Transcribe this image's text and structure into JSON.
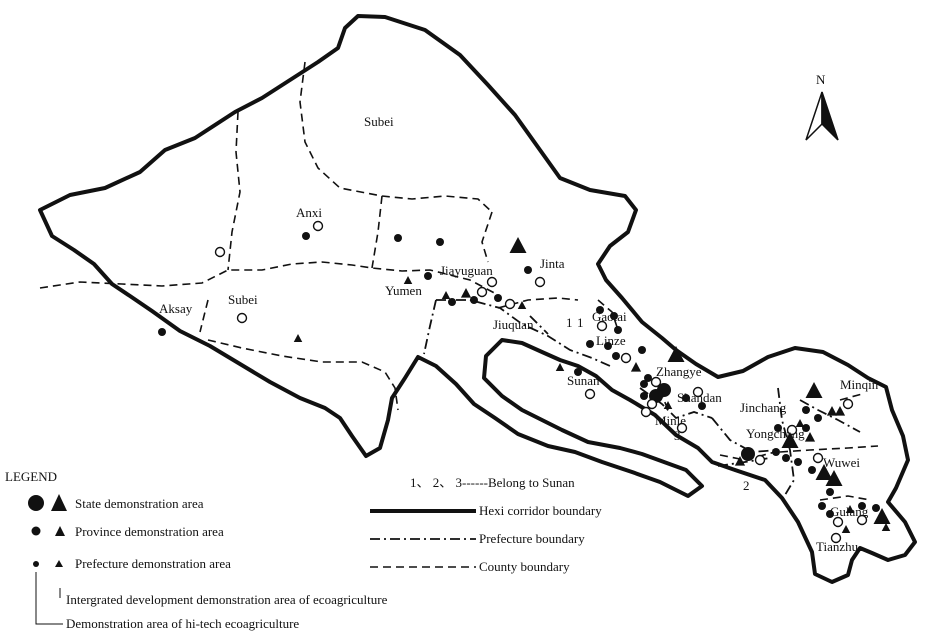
{
  "north": "N",
  "places": {
    "subei_north": "Subei",
    "anxi": "Anxi",
    "aksay": "Aksay",
    "subei_south": "Subei",
    "jiayuguan": "Jiayuguan",
    "yumen": "Yumen",
    "jinta": "Jinta",
    "jiuquan": "Jiuquan",
    "gaotai": "Gaotai",
    "linze": "Linze",
    "sunan": "Sunan",
    "zhangye": "Zhangye",
    "shandan": "Shandan",
    "minle": "Minle",
    "jinchang": "Jinchang",
    "yongchang": "Yongchang",
    "minqin": "Minqin",
    "wuwei": "Wuwei",
    "gulang": "Gulang",
    "tianzhu": "Tianzhu"
  },
  "region_numbers": [
    "1",
    "1",
    "2",
    "3"
  ],
  "legend": {
    "title": "LEGEND",
    "state": "State demonstration area",
    "province": "Province demonstration area",
    "prefecture": "Prefecture demonstration area",
    "integrated": "Intergrated development demonstration area of ecoagriculture",
    "hitech": "Demonstration area of hi-tech ecoagriculture",
    "sunan_note": "1、 2、 3------Belong to Sunan",
    "hexi": "Hexi corridor boundary",
    "prefecture_boundary": "Prefecture boundary",
    "county_boundary": "County boundary"
  }
}
